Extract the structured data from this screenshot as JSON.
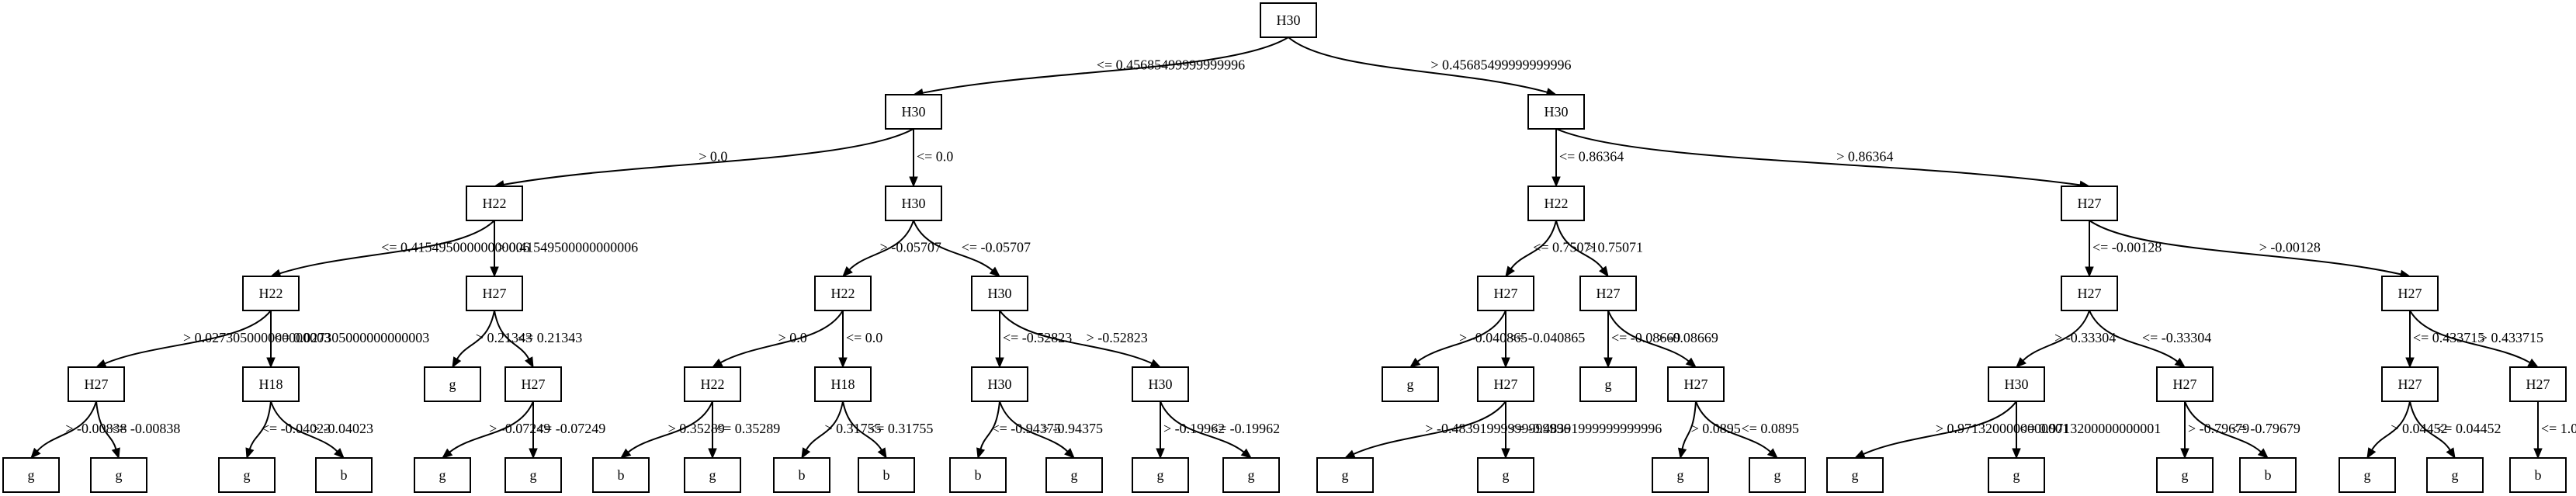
{
  "nodes": [
    {
      "id": "n0",
      "label": "H30"
    },
    {
      "id": "n1",
      "label": "H30"
    },
    {
      "id": "n2",
      "label": "H30"
    },
    {
      "id": "n3",
      "label": "H22"
    },
    {
      "id": "n4",
      "label": "H30"
    },
    {
      "id": "n5",
      "label": "H22"
    },
    {
      "id": "n6",
      "label": "H27"
    },
    {
      "id": "n7",
      "label": "H22"
    },
    {
      "id": "n8",
      "label": "H27"
    },
    {
      "id": "n9",
      "label": "H22"
    },
    {
      "id": "n10",
      "label": "H30"
    },
    {
      "id": "n11",
      "label": "H27"
    },
    {
      "id": "n12",
      "label": "H27"
    },
    {
      "id": "n13",
      "label": "H27"
    },
    {
      "id": "n14",
      "label": "H27"
    },
    {
      "id": "n15",
      "label": "H27"
    },
    {
      "id": "n16",
      "label": "H18"
    },
    {
      "id": "n17",
      "label": "g"
    },
    {
      "id": "n18",
      "label": "H27"
    },
    {
      "id": "n19",
      "label": "H22"
    },
    {
      "id": "n20",
      "label": "H18"
    },
    {
      "id": "n21",
      "label": "H30"
    },
    {
      "id": "n22",
      "label": "H30"
    },
    {
      "id": "n23",
      "label": "g"
    },
    {
      "id": "n24",
      "label": "H27"
    },
    {
      "id": "n25",
      "label": "g"
    },
    {
      "id": "n26",
      "label": "H27"
    },
    {
      "id": "n27",
      "label": "H30"
    },
    {
      "id": "n28",
      "label": "H27"
    },
    {
      "id": "n29",
      "label": "H27"
    },
    {
      "id": "n30",
      "label": "H27"
    },
    {
      "id": "n31",
      "label": "g"
    },
    {
      "id": "n32",
      "label": "g"
    },
    {
      "id": "n33",
      "label": "g"
    },
    {
      "id": "n34",
      "label": "b"
    },
    {
      "id": "n35",
      "label": "g"
    },
    {
      "id": "n36",
      "label": "g"
    },
    {
      "id": "n37",
      "label": "b"
    },
    {
      "id": "n38",
      "label": "g"
    },
    {
      "id": "n39",
      "label": "b"
    },
    {
      "id": "n40",
      "label": "b"
    },
    {
      "id": "n41",
      "label": "b"
    },
    {
      "id": "n42",
      "label": "g"
    },
    {
      "id": "n43",
      "label": "g"
    },
    {
      "id": "n44",
      "label": "g"
    },
    {
      "id": "n45",
      "label": "g"
    },
    {
      "id": "n46",
      "label": "g"
    },
    {
      "id": "n47",
      "label": "g"
    },
    {
      "id": "n48",
      "label": "g"
    },
    {
      "id": "n49",
      "label": "g"
    },
    {
      "id": "n50",
      "label": "g"
    },
    {
      "id": "n51",
      "label": "g"
    },
    {
      "id": "n52",
      "label": "b"
    },
    {
      "id": "n53",
      "label": "g"
    },
    {
      "id": "n54",
      "label": "g"
    },
    {
      "id": "n55",
      "label": "b"
    }
  ],
  "edges": [
    {
      "from": "n0",
      "to": "n1",
      "label": "<= 0.45685499999999996"
    },
    {
      "from": "n0",
      "to": "n2",
      "label": "> 0.45685499999999996"
    },
    {
      "from": "n1",
      "to": "n3",
      "label": "> 0.0"
    },
    {
      "from": "n1",
      "to": "n4",
      "label": "<= 0.0"
    },
    {
      "from": "n2",
      "to": "n5",
      "label": "<= 0.86364"
    },
    {
      "from": "n2",
      "to": "n6",
      "label": "> 0.86364"
    },
    {
      "from": "n3",
      "to": "n7",
      "label": "<= 0.41549500000000006"
    },
    {
      "from": "n3",
      "to": "n8",
      "label": "> 0.41549500000000006"
    },
    {
      "from": "n4",
      "to": "n9",
      "label": "> -0.05707"
    },
    {
      "from": "n4",
      "to": "n10",
      "label": "<= -0.05707"
    },
    {
      "from": "n5",
      "to": "n11",
      "label": "<= 0.75071"
    },
    {
      "from": "n5",
      "to": "n12",
      "label": "> 0.75071"
    },
    {
      "from": "n6",
      "to": "n13",
      "label": "<= -0.00128"
    },
    {
      "from": "n6",
      "to": "n14",
      "label": "> -0.00128"
    },
    {
      "from": "n7",
      "to": "n15",
      "label": "> 0.027305000000000003"
    },
    {
      "from": "n7",
      "to": "n16",
      "label": "<= 0.027305000000000003"
    },
    {
      "from": "n8",
      "to": "n17",
      "label": "> 0.21343"
    },
    {
      "from": "n8",
      "to": "n18",
      "label": "<= 0.21343"
    },
    {
      "from": "n9",
      "to": "n19",
      "label": "> 0.0"
    },
    {
      "from": "n9",
      "to": "n20",
      "label": "<= 0.0"
    },
    {
      "from": "n10",
      "to": "n21",
      "label": "<= -0.52823"
    },
    {
      "from": "n10",
      "to": "n22",
      "label": "> -0.52823"
    },
    {
      "from": "n11",
      "to": "n23",
      "label": "> -0.040865"
    },
    {
      "from": "n11",
      "to": "n24",
      "label": "<= -0.040865"
    },
    {
      "from": "n12",
      "to": "n25",
      "label": "<= -0.08669"
    },
    {
      "from": "n12",
      "to": "n26",
      "label": "> -0.08669"
    },
    {
      "from": "n13",
      "to": "n27",
      "label": "> -0.33304"
    },
    {
      "from": "n13",
      "to": "n28",
      "label": "<= -0.33304"
    },
    {
      "from": "n14",
      "to": "n29",
      "label": "<= 0.433715"
    },
    {
      "from": "n14",
      "to": "n30",
      "label": "> 0.433715"
    },
    {
      "from": "n15",
      "to": "n31",
      "label": "> -0.00838"
    },
    {
      "from": "n15",
      "to": "n32",
      "label": "<= -0.00838"
    },
    {
      "from": "n16",
      "to": "n33",
      "label": "<= -0.04023"
    },
    {
      "from": "n16",
      "to": "n34",
      "label": "> -0.04023"
    },
    {
      "from": "n18",
      "to": "n35",
      "label": "> -0.07249"
    },
    {
      "from": "n18",
      "to": "n36",
      "label": "<= -0.07249"
    },
    {
      "from": "n19",
      "to": "n37",
      "label": "> 0.35289"
    },
    {
      "from": "n19",
      "to": "n38",
      "label": "<= 0.35289"
    },
    {
      "from": "n20",
      "to": "n39",
      "label": "> 0.31755"
    },
    {
      "from": "n20",
      "to": "n40",
      "label": "<= 0.31755"
    },
    {
      "from": "n21",
      "to": "n41",
      "label": "<= -0.94375"
    },
    {
      "from": "n21",
      "to": "n42",
      "label": "> -0.94375"
    },
    {
      "from": "n22",
      "to": "n43",
      "label": "> -0.19962"
    },
    {
      "from": "n22",
      "to": "n44",
      "label": "<= -0.19962"
    },
    {
      "from": "n24",
      "to": "n45",
      "label": "> -0.48391999999999996"
    },
    {
      "from": "n24",
      "to": "n46",
      "label": "<= -0.48391999999999996"
    },
    {
      "from": "n26",
      "to": "n47",
      "label": "> 0.0895"
    },
    {
      "from": "n26",
      "to": "n48",
      "label": "<= 0.0895"
    },
    {
      "from": "n27",
      "to": "n49",
      "label": "> 0.9713200000000001"
    },
    {
      "from": "n27",
      "to": "n50",
      "label": "<= 0.9713200000000001"
    },
    {
      "from": "n28",
      "to": "n51",
      "label": "> -0.79679"
    },
    {
      "from": "n28",
      "to": "n52",
      "label": "<= -0.79679"
    },
    {
      "from": "n29",
      "to": "n53",
      "label": "> 0.04452"
    },
    {
      "from": "n29",
      "to": "n54",
      "label": "<= 0.04452"
    },
    {
      "from": "n30",
      "to": "n55",
      "label": "<= 1.0"
    }
  ]
}
